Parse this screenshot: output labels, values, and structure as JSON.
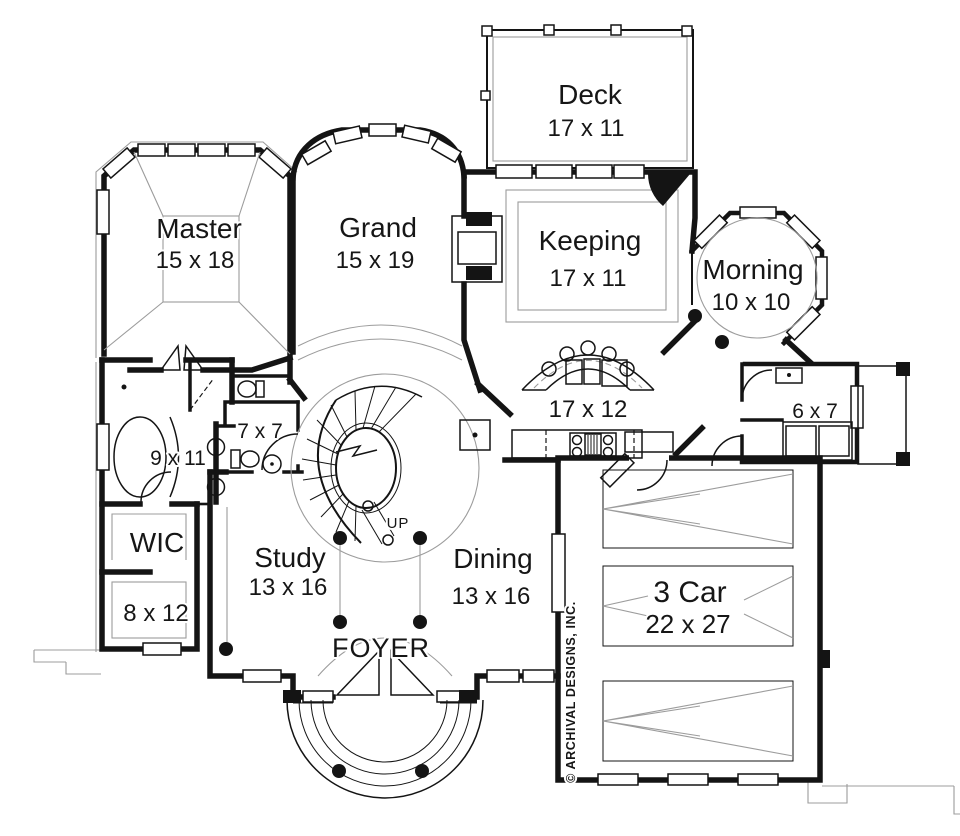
{
  "plan": {
    "background": "#ffffff",
    "ink": "#141414",
    "detail_gray": "#9c9c9c",
    "copyright": "© ARCHIVAL DESIGNS, INC.",
    "stairs": {
      "label": "UP"
    },
    "rooms": {
      "deck": {
        "name": "Deck",
        "dims": "17 x 11"
      },
      "master": {
        "name": "Master",
        "dims": "15 x 18"
      },
      "grand": {
        "name": "Grand",
        "dims": "15 x 19"
      },
      "keeping": {
        "name": "Keeping",
        "dims": "17 x 11"
      },
      "morning": {
        "name": "Morning",
        "dims": "10 x 10"
      },
      "master_bath": {
        "dims": "9 x 11"
      },
      "water_closet": {
        "dims": "7 x 7"
      },
      "kitchen": {
        "dims": "17 x 12"
      },
      "laundry": {
        "dims": "6 x 7"
      },
      "wic": {
        "name": "WIC"
      },
      "storage": {
        "dims": "8 x 12"
      },
      "study": {
        "name": "Study",
        "dims": "13 x 16"
      },
      "dining": {
        "name": "Dining",
        "dims": "13 x 16"
      },
      "foyer": {
        "name": "FOYER"
      },
      "garage": {
        "name": "3 Car",
        "dims": "22 x 27"
      }
    }
  }
}
